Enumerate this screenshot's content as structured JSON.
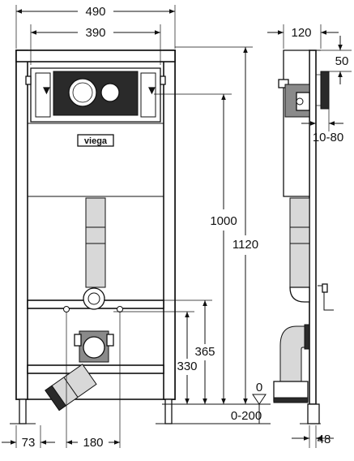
{
  "dimensions": {
    "total_width": "490",
    "inner_width": "390",
    "height_1000": "1000",
    "height_1120": "1120",
    "height_365": "365",
    "height_330": "330",
    "floor_zero": "0",
    "floor_range": "0-200",
    "depth_120": "120",
    "depth_50": "50",
    "adjust_10_80": "10-80",
    "foot_offset_73": "73",
    "pipe_spacing_180": "180",
    "depth_48": "48"
  },
  "brand": {
    "logo_text": "viega"
  }
}
